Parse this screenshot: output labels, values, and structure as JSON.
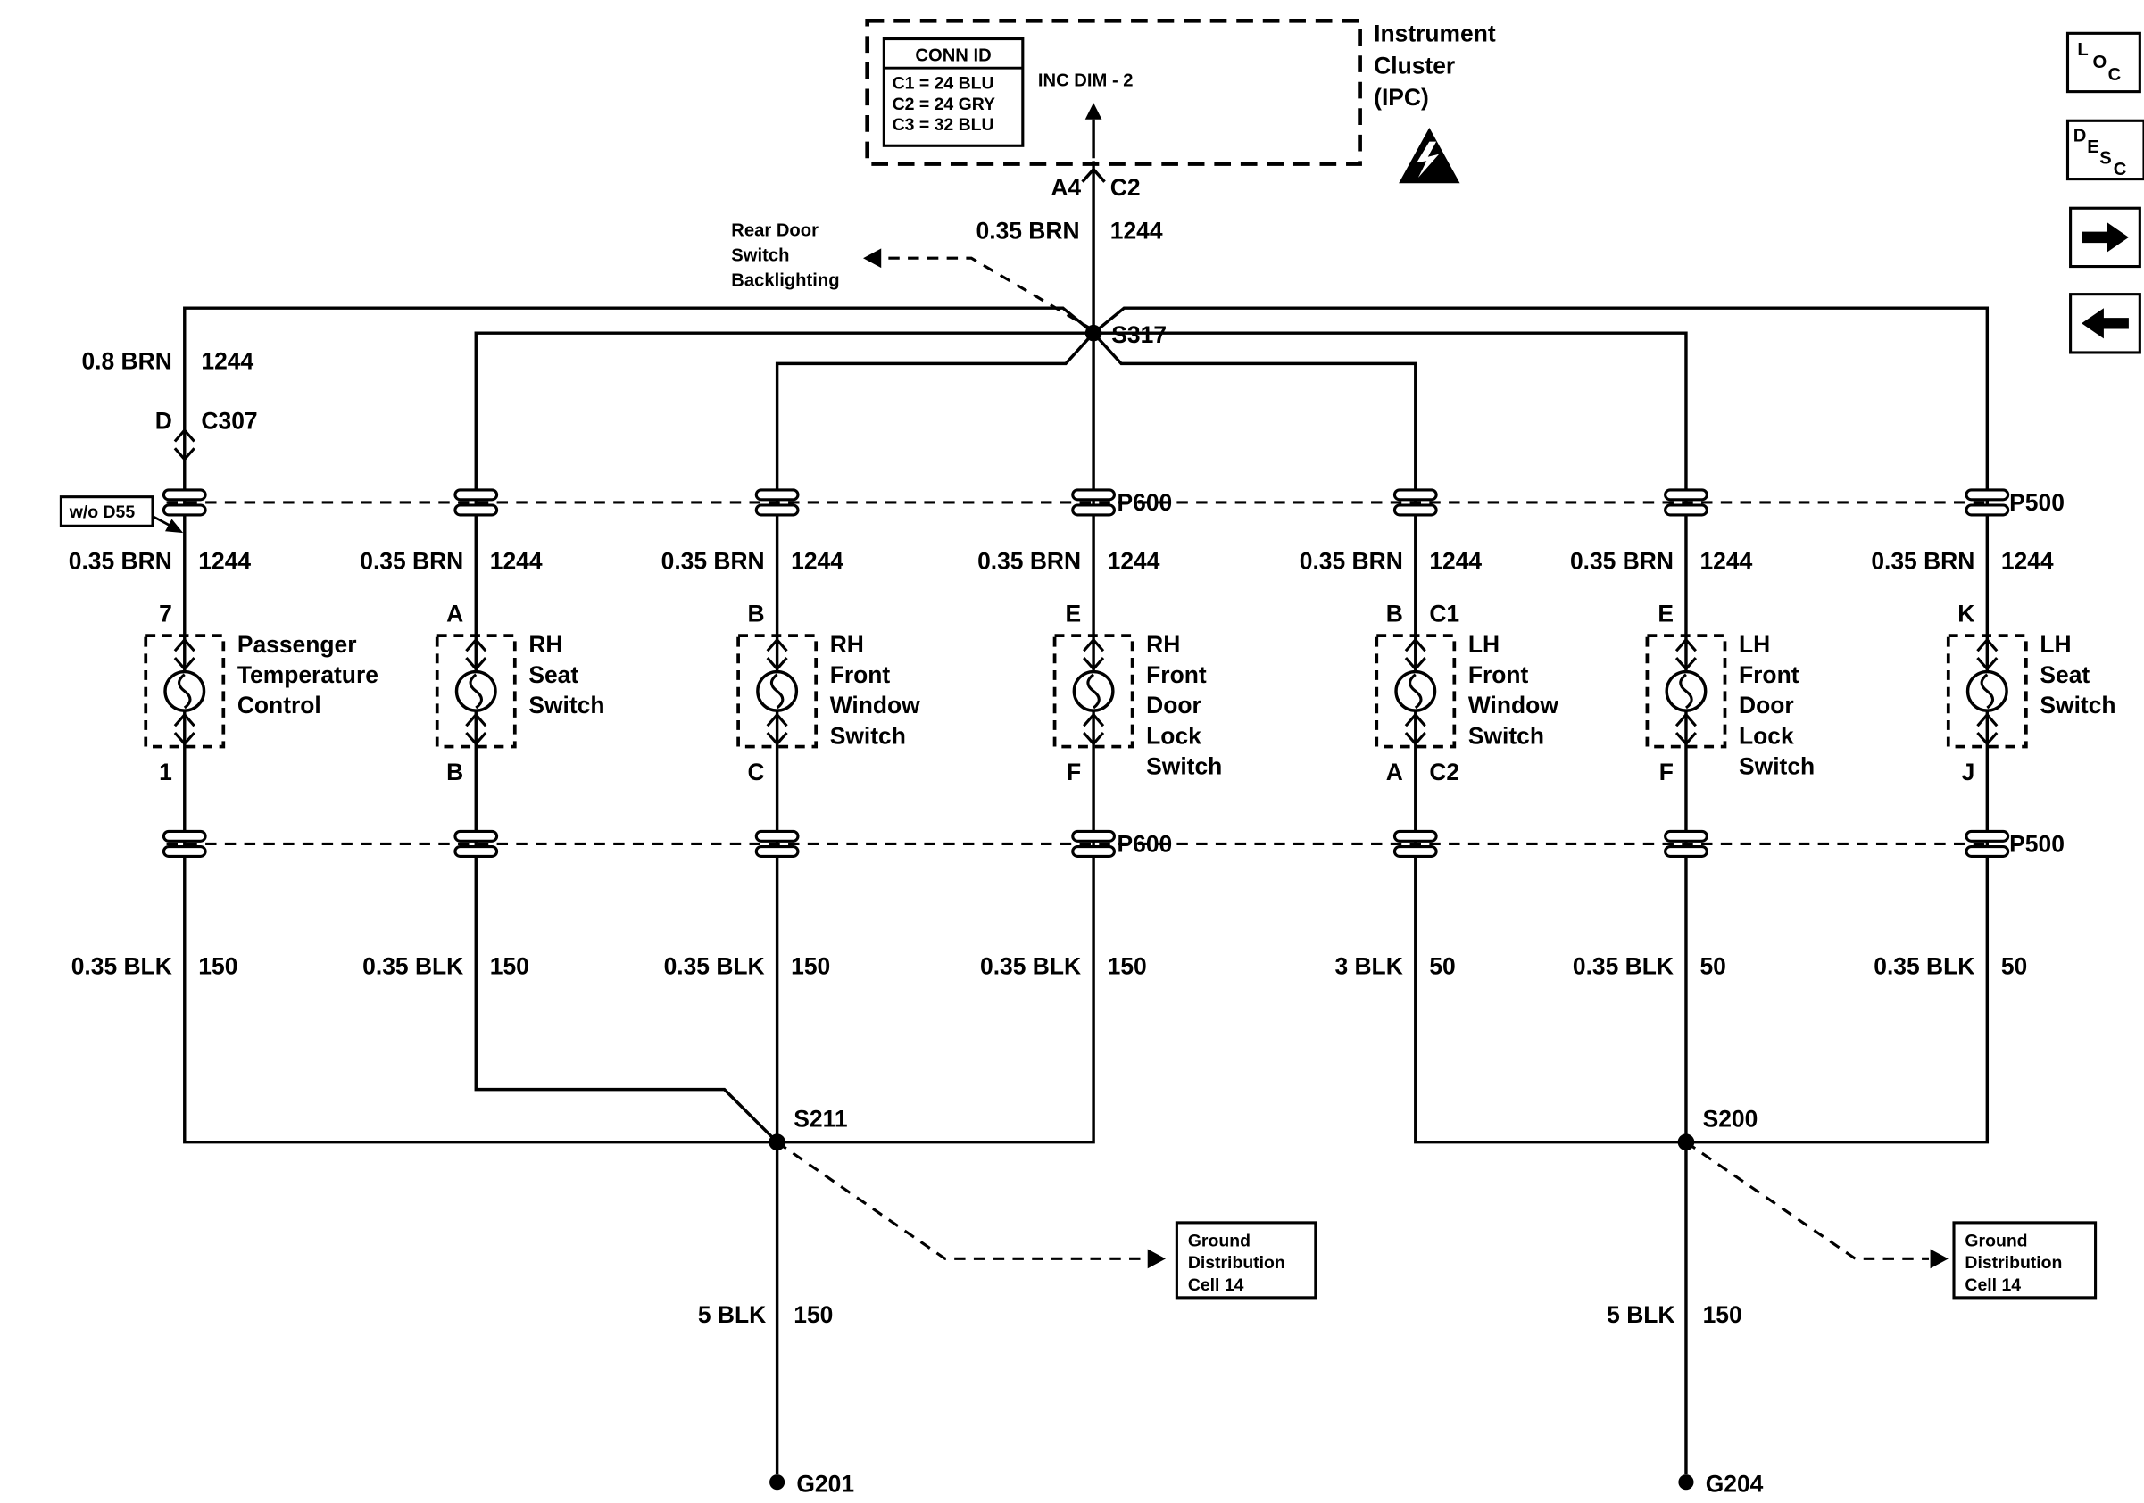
{
  "nav": {
    "loc_letters": [
      "L",
      "O",
      "C"
    ],
    "desc_letters": [
      "D",
      "E",
      "S",
      "C"
    ]
  },
  "ipc": {
    "name_lines": [
      "Instrument",
      "Cluster",
      "(IPC)"
    ],
    "conn_table": {
      "title": "CONN ID",
      "rows": [
        "C1 = 24 BLU",
        "C2 = 24 GRY",
        "C3 = 32 BLU"
      ]
    },
    "signal_label": "INC DIM - 2",
    "pin_left": "A4",
    "pin_right": "C2"
  },
  "feed_wire": {
    "label": "0.35 BRN",
    "circuit": "1244"
  },
  "rear_door_note": [
    "Rear Door",
    "Switch",
    "Backlighting"
  ],
  "splice_s317": "S317",
  "branch_c307": {
    "wire_label": "0.8 BRN",
    "wire_circuit": "1244",
    "pin": "D",
    "connector": "C307",
    "option_note": "w/o D55"
  },
  "connectors": {
    "top_p600": "P600",
    "top_p500": "P500",
    "bottom_p600": "P600",
    "bottom_p500": "P500"
  },
  "branches": [
    {
      "wire_top": "0.35 BRN",
      "circuit_top": "1244",
      "pin_top": "7",
      "pin_top_right": "",
      "name_lines": [
        "Passenger",
        "Temperature",
        "Control"
      ],
      "pin_bottom": "1",
      "pin_bottom_right": "",
      "wire_bottom": "0.35 BLK",
      "circuit_bottom": "150"
    },
    {
      "wire_top": "0.35 BRN",
      "circuit_top": "1244",
      "pin_top": "A",
      "pin_top_right": "",
      "name_lines": [
        "RH",
        "Seat",
        "Switch"
      ],
      "pin_bottom": "B",
      "pin_bottom_right": "",
      "wire_bottom": "0.35 BLK",
      "circuit_bottom": "150"
    },
    {
      "wire_top": "0.35 BRN",
      "circuit_top": "1244",
      "pin_top": "B",
      "pin_top_right": "",
      "name_lines": [
        "RH",
        "Front",
        "Window",
        "Switch"
      ],
      "pin_bottom": "C",
      "pin_bottom_right": "",
      "wire_bottom": "0.35 BLK",
      "circuit_bottom": "150"
    },
    {
      "wire_top": "0.35 BRN",
      "circuit_top": "1244",
      "pin_top": "E",
      "pin_top_right": "",
      "name_lines": [
        "RH",
        "Front",
        "Door",
        "Lock",
        "Switch"
      ],
      "pin_bottom": "F",
      "pin_bottom_right": "",
      "wire_bottom": "0.35 BLK",
      "circuit_bottom": "150"
    },
    {
      "wire_top": "0.35 BRN",
      "circuit_top": "1244",
      "pin_top": "B",
      "pin_top_right": "C1",
      "name_lines": [
        "LH",
        "Front",
        "Window",
        "Switch"
      ],
      "pin_bottom": "A",
      "pin_bottom_right": "C2",
      "wire_bottom": "3 BLK",
      "circuit_bottom": "50"
    },
    {
      "wire_top": "0.35 BRN",
      "circuit_top": "1244",
      "pin_top": "E",
      "pin_top_right": "",
      "name_lines": [
        "LH",
        "Front",
        "Door",
        "Lock",
        "Switch"
      ],
      "pin_bottom": "F",
      "pin_bottom_right": "",
      "wire_bottom": "0.35 BLK",
      "circuit_bottom": "50"
    },
    {
      "wire_top": "0.35 BRN",
      "circuit_top": "1244",
      "pin_top": "K",
      "pin_top_right": "",
      "name_lines": [
        "LH",
        "Seat",
        "Switch"
      ],
      "pin_bottom": "J",
      "pin_bottom_right": "",
      "wire_bottom": "0.35 BLK",
      "circuit_bottom": "50"
    }
  ],
  "left_ground": {
    "splice": "S211",
    "wire": "5 BLK",
    "circuit": "150",
    "ground_id": "G201",
    "ref_note": [
      "Ground",
      "Distribution",
      "Cell 14"
    ]
  },
  "right_ground": {
    "splice": "S200",
    "wire": "5 BLK",
    "circuit": "150",
    "ground_id": "G204",
    "ref_note": [
      "Ground",
      "Distribution",
      "Cell 14"
    ]
  }
}
